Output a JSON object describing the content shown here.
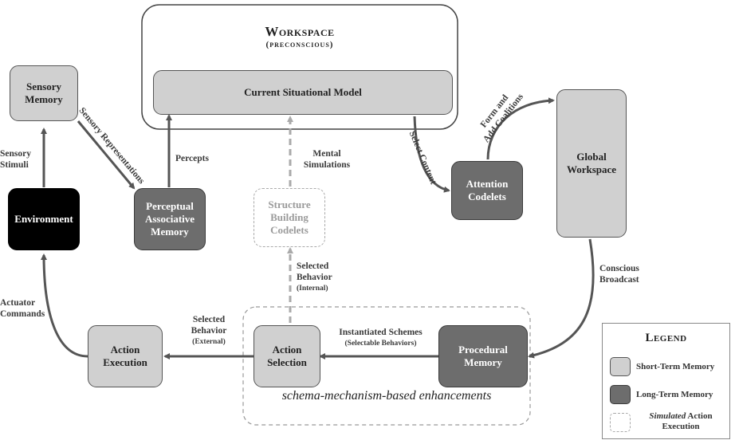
{
  "workspace": {
    "title": "Workspace",
    "subtitle": "(preconscious)"
  },
  "nodes": {
    "current_model": "Current Situational Model",
    "sensory_memory": "Sensory Memory",
    "environment": "Environment",
    "pam": "Perceptual Associative Memory",
    "sbc": "Structure Building Codelets",
    "attention": "Attention Codelets",
    "global_ws": "Global Workspace",
    "action_exec": "Action Execution",
    "action_sel": "Action Selection",
    "procedural": "Procedural Memory"
  },
  "labels": {
    "sensory_stimuli": "Sensory Stimuli",
    "sensory_repr": "Sensory Representations",
    "percepts": "Percepts",
    "mental_sim": "Mental Simulations",
    "select_content": "Select Content",
    "form_coalitions_1": "Form and",
    "form_coalitions_2": "Add Coalitions",
    "conscious_broadcast": "Conscious Broadcast",
    "selected_internal": "Selected Behavior",
    "selected_internal_sub": "(Internal)",
    "actuator": "Actuator Commands",
    "selected_external": "Selected Behavior",
    "selected_external_sub": "(External)",
    "instantiated": "Instantiated Schemes",
    "instantiated_sub": "(Selectable Behaviors)",
    "schema": "schema-mechanism-based enhancements"
  },
  "legend": {
    "title": "Legend",
    "short_term": "Short-Term Memory",
    "long_term": "Long-Term Memory",
    "simulated_italic": "Simulated",
    "simulated_rest": " Action Execution"
  },
  "colors": {
    "short_term": "#d0d0d0",
    "long_term": "#6d6d6d",
    "environment": "#000000",
    "arrow": "#555555",
    "simulated": "#aaaaaa"
  }
}
